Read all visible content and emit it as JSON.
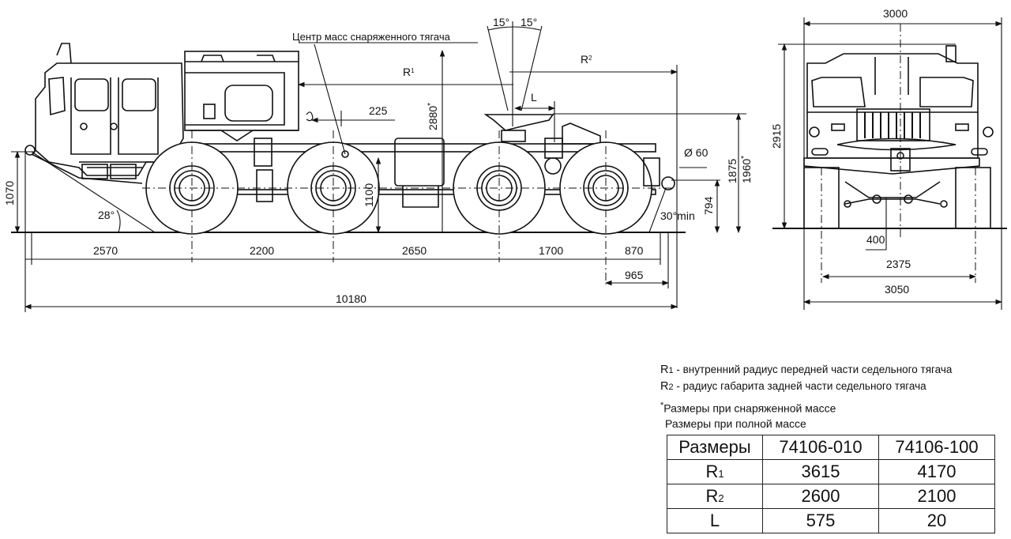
{
  "side_view": {
    "center_of_mass_label": "Центр масс снаряженного тягача",
    "angle_left": "15°",
    "angle_right": "15°",
    "r1_label": "R",
    "r1_sub": "1",
    "r2_label": "R",
    "r2_sub": "2",
    "l_label": "L",
    "dim_225": "225",
    "dim_2880": "2880",
    "dim_2880_mark": "*",
    "dim_1070": "1070",
    "dim_1100": "1100",
    "dim_28deg": "28°",
    "dim_30deg": "30°min",
    "dim_d60": "Ø 60",
    "dim_794": "794",
    "dim_1875": "1875",
    "dim_1960": "1960",
    "dim_1960_mark": "*",
    "dim_2570": "2570",
    "dim_2200": "2200",
    "dim_2650": "2650",
    "dim_1700": "1700",
    "dim_870": "870",
    "dim_965": "965",
    "dim_10180": "10180"
  },
  "front_view": {
    "dim_3000": "3000",
    "dim_2915": "2915",
    "dim_400": "400",
    "dim_2375": "2375",
    "dim_3050": "3050"
  },
  "legend": {
    "items": [
      {
        "symbol": "R",
        "sub": "1",
        "text": " - внутренний радиус передней части седельного тягача"
      },
      {
        "symbol": "R",
        "sub": "2",
        "text": " - радиус габарита задней части седельного тягача"
      }
    ],
    "note_mark": "*",
    "note_1": "Размеры при снаряженной массе",
    "note_2": "Размеры при полной массе"
  },
  "table": {
    "headers": [
      "Размеры",
      "74106-010",
      "74106-100"
    ],
    "rows": [
      {
        "param": "R",
        "sub": "1",
        "v1": "3615",
        "v2": "4170"
      },
      {
        "param": "R",
        "sub": "2",
        "v1": "2600",
        "v2": "2100"
      },
      {
        "param": "L",
        "sub": "",
        "v1": "575",
        "v2": "20"
      }
    ]
  }
}
